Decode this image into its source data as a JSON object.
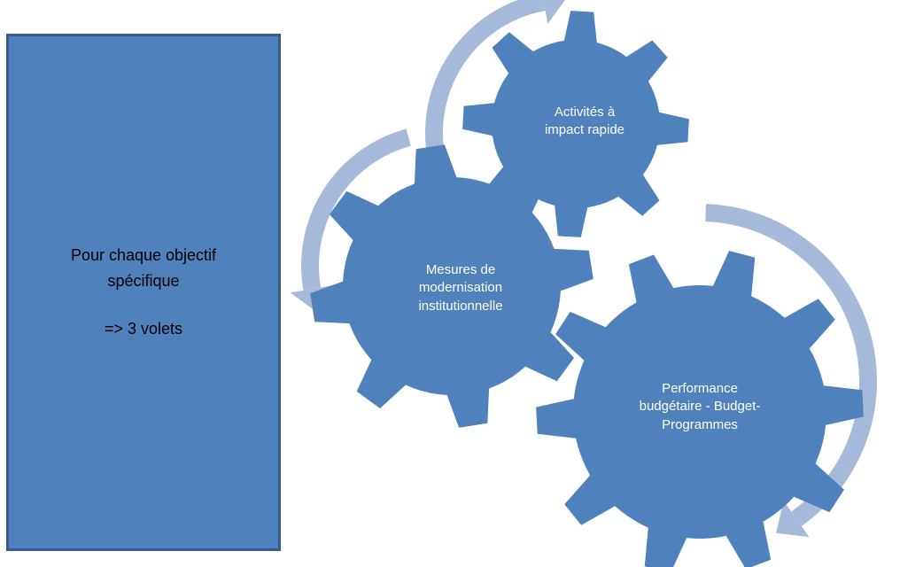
{
  "box": {
    "line1": "Pour chaque objectif",
    "line2": "spécifique",
    "line3": "=> 3 volets"
  },
  "gears": [
    {
      "lines": [
        "Activités à",
        "impact rapide"
      ]
    },
    {
      "lines": [
        "Mesures de",
        "modernisation",
        "institutionnelle"
      ]
    },
    {
      "lines": [
        "Performance",
        "budgétaire - Budget-",
        "Programmes"
      ]
    }
  ],
  "colors": {
    "gear": "#4f81bd",
    "arrow": "#a6b9d8",
    "box": "#4f81bd",
    "box_border": "#385d8a"
  }
}
